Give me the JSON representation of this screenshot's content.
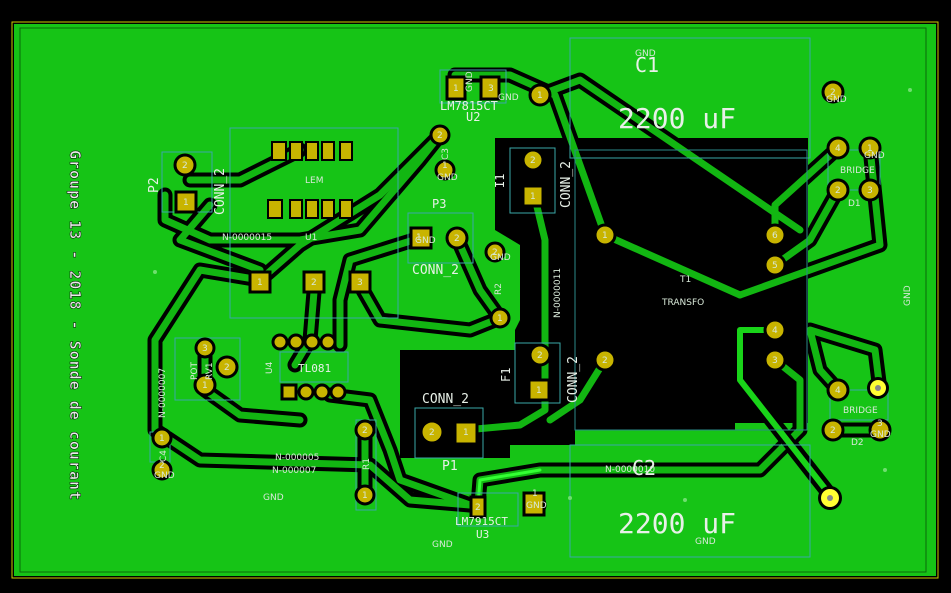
{
  "board": {
    "colors": {
      "background": "#000000",
      "copper_fill": "#16c416",
      "track": "#12b612",
      "clearance": "#000000",
      "pad": "#c8b400",
      "courtyard": "#3aa8a8",
      "silk": "#e8f0e8",
      "edge": "#cccc00",
      "highlight": "#ffff33"
    },
    "vertical_title": "Groupe 13 - 2018 - Sonde de courant"
  },
  "components": {
    "c1": {
      "ref": "C1",
      "value": "2200 uF",
      "pad_net": "GND"
    },
    "c2": {
      "ref": "C2",
      "value": "2200 uF",
      "pad_net": "GND"
    },
    "u2": {
      "ref": "U2",
      "name": "LM7815CT",
      "pin_a": "1",
      "pin_b": "GND",
      "pin_c": "3"
    },
    "u3": {
      "ref": "U3",
      "name": "LM7915CT",
      "pin_gnd": "GND"
    },
    "u1": {
      "ref": "U1",
      "name": "LEM"
    },
    "u4": {
      "ref": "U4",
      "name": "TL081"
    },
    "t1": {
      "ref": "T1",
      "name": "TRANSFO"
    },
    "p1": {
      "ref": "P1",
      "value": "CONN_2"
    },
    "p2": {
      "ref": "P2",
      "value": "CONN_2"
    },
    "p3": {
      "ref": "P3",
      "value": "CONN_2",
      "pad_gnd": "GND"
    },
    "i1": {
      "ref": "I1",
      "value": "CONN_2"
    },
    "f1": {
      "ref": "F1",
      "value": "CONN_2"
    },
    "c3": {
      "ref": "C3",
      "pad_gnd": "GND"
    },
    "c4": {
      "ref": "C4",
      "pad_gnd": "GND"
    },
    "r1": {
      "ref": "R1"
    },
    "r2": {
      "ref": "R2",
      "pad_gnd": "GND"
    },
    "pot": {
      "ref": "POT",
      "sub": "RV1"
    },
    "d1": {
      "ref": "D1",
      "name": "BRIDGE",
      "pad_gnd": "GND"
    },
    "d2": {
      "ref": "D2",
      "name": "BRIDGE",
      "pad_gnd": "GND"
    },
    "conn_right": {
      "pad_gnd": "GND"
    }
  },
  "nets": {
    "n15": "N-0000015",
    "n11": "N-0000011",
    "n10": "N-0000010",
    "n7a": "N-0000007",
    "n5": "N-000005",
    "n7b": "N-000007"
  },
  "gnd_labels": [
    "GND",
    "GND",
    "GND",
    "GND"
  ],
  "pad_numbers": {
    "one": "1",
    "two": "2",
    "three": "3",
    "four": "4",
    "five": "5",
    "six": "6"
  }
}
